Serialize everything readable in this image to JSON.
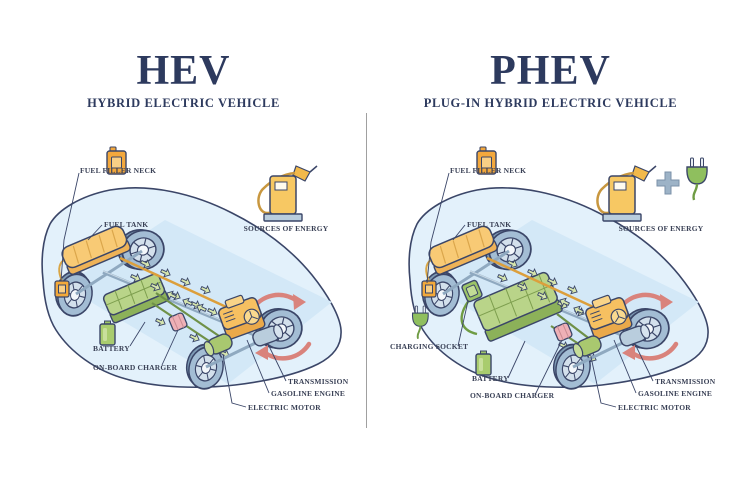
{
  "panels": [
    {
      "title": "HEV",
      "subtitle": "HYBRID ELECTRIC VEHICLE",
      "sources_of_energy_label": "SOURCES OF ENERGY",
      "energy_source_icons": [
        "fuel-pump"
      ],
      "labels": {
        "fuel_filler_neck": "FUEL FILLER NECK",
        "fuel_tank": "FUEL TANK",
        "battery": "BATTERY",
        "on_board_charger": "ON-BOARD CHARGER",
        "transmission": "TRANSMISSION",
        "gasoline_engine": "GASOLINE ENGINE",
        "electric_motor": "ELECTRIC MOTOR"
      }
    },
    {
      "title": "PHEV",
      "subtitle": "PLUG-IN HYBRID ELECTRIC VEHICLE",
      "sources_of_energy_label": "SOURCES OF ENERGY",
      "energy_source_icons": [
        "fuel-pump",
        "plus",
        "electric-plug"
      ],
      "labels": {
        "fuel_filler_neck": "FUEL FILLER NECK",
        "fuel_tank": "FUEL TANK",
        "charging_socket": "CHARGING SOCKET",
        "battery": "BATTERY",
        "on_board_charger": "ON-BOARD CHARGER",
        "transmission": "TRANSMISSION",
        "gasoline_engine": "GASOLINE ENGINE",
        "electric_motor": "ELECTRIC MOTOR"
      }
    }
  ],
  "colors": {
    "background": "#ffffff",
    "title_text": "#2d3a5e",
    "label_text": "#3a4156",
    "outline_navy": "#3b4668",
    "car_body_fill": "#e3f1fb",
    "chassis_floor_fill": "#d3e8f7",
    "fuel_orange": "#f6c46a",
    "jerry_can_orange": "#f3a83d",
    "battery_green": "#b9d489",
    "plug_green": "#8fbf5e",
    "wheel_blue_gray": "#a3bdd4",
    "charger_pink": "#eeb0b6",
    "rotation_arrow_red": "#d9837c",
    "flow_arrow_green": "#d6e5ad",
    "divider_gray": "#a0a0a0"
  }
}
